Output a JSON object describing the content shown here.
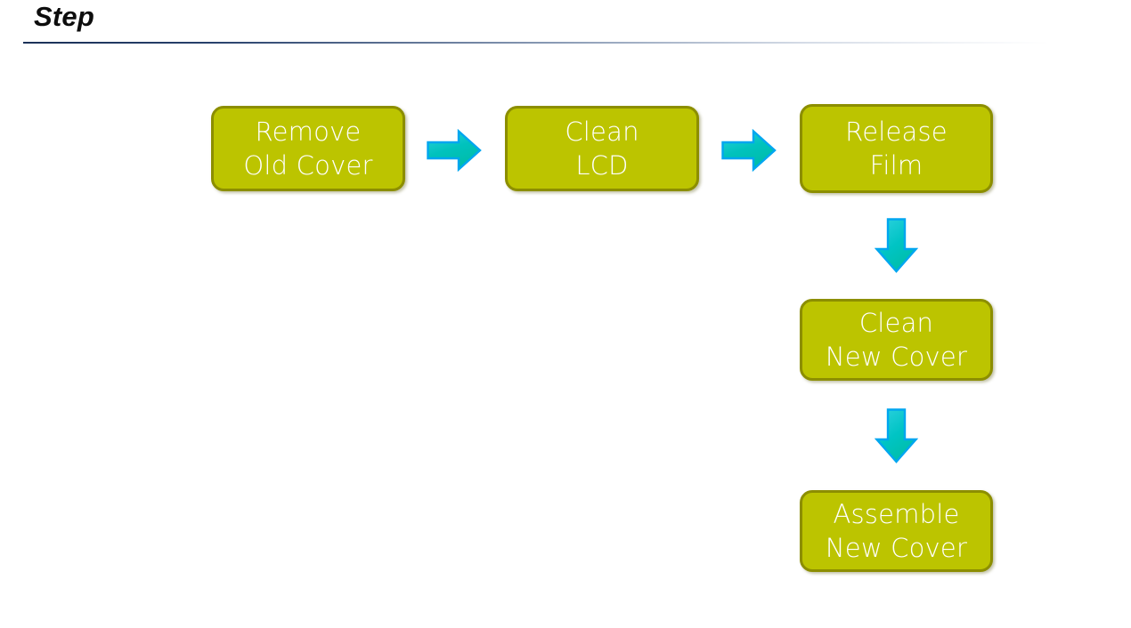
{
  "slide": {
    "title": "Step",
    "divider_color_start": "#1b3158",
    "divider_color_end": "#ffffff",
    "background": "#ffffff"
  },
  "theme": {
    "box_fill": "#bcc400",
    "box_border": "#8c8e00",
    "box_text": "#ffffff",
    "arrow_fill_light": "#19c6d9",
    "arrow_fill_dark": "#00bfa5",
    "arrow_outline": "#00a8ec",
    "title_color": "#0d0d0d"
  },
  "flow": {
    "steps": [
      {
        "id": "remove-old-cover",
        "label": "Remove\nOld Cover"
      },
      {
        "id": "clean-lcd",
        "label": "Clean\nLCD"
      },
      {
        "id": "release-film",
        "label": "Release\nFilm"
      },
      {
        "id": "clean-new-cover",
        "label": "Clean\nNew Cover"
      },
      {
        "id": "assemble-new-cover",
        "label": "Assemble\nNew Cover"
      }
    ],
    "connectors": [
      {
        "id": "arrow-1",
        "direction": "right",
        "from": "remove-old-cover",
        "to": "clean-lcd"
      },
      {
        "id": "arrow-2",
        "direction": "right",
        "from": "clean-lcd",
        "to": "release-film"
      },
      {
        "id": "arrow-3",
        "direction": "down",
        "from": "release-film",
        "to": "clean-new-cover"
      },
      {
        "id": "arrow-4",
        "direction": "down",
        "from": "clean-new-cover",
        "to": "assemble-new-cover"
      }
    ]
  }
}
